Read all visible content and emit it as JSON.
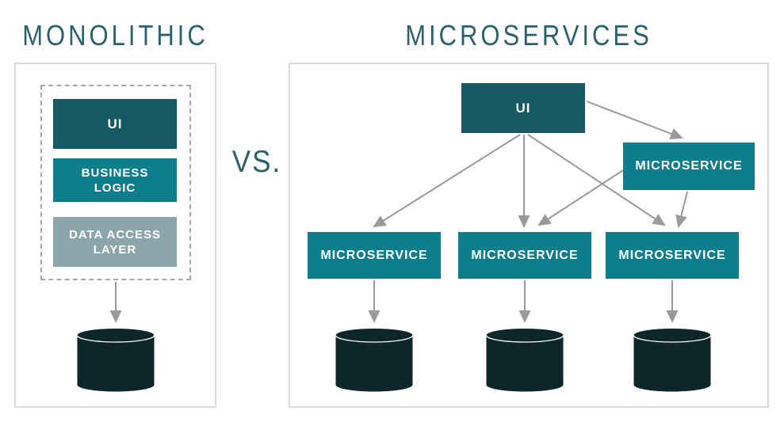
{
  "header": {
    "left_title": "MONOLITHIC",
    "versus": "VS.",
    "right_title": "MICROSERVICES"
  },
  "palette": {
    "teal_dark": "#155A63",
    "teal": "#0D7E8A",
    "steel": "#8CA5AB",
    "database": "#0E2629",
    "arrow": "#9A9A9A",
    "title_text": "#2B616D",
    "panel_border": "#DADADA",
    "dashed_border": "#A7A7A7"
  },
  "monolithic": {
    "layers": [
      {
        "label": "UI"
      },
      {
        "label": "BUSINESS\nLOGIC"
      },
      {
        "label": "DATA ACCESS\nLAYER"
      }
    ]
  },
  "microservices": {
    "ui_label": "UI",
    "gateway_label": "MICROSERVICE",
    "services": [
      {
        "label": "MICROSERVICE"
      },
      {
        "label": "MICROSERVICE"
      },
      {
        "label": "MICROSERVICE"
      }
    ]
  },
  "connections": [
    {
      "from": "ui",
      "to": "gateway-microservice"
    },
    {
      "from": "ui",
      "to": "microservice-1"
    },
    {
      "from": "ui",
      "to": "microservice-2"
    },
    {
      "from": "ui",
      "to": "microservice-3"
    },
    {
      "from": "gateway-microservice",
      "to": "microservice-2"
    },
    {
      "from": "gateway-microservice",
      "to": "microservice-3"
    },
    {
      "from": "monolith",
      "to": "database-1"
    },
    {
      "from": "microservice-1",
      "to": "database-2"
    },
    {
      "from": "microservice-2",
      "to": "database-3"
    },
    {
      "from": "microservice-3",
      "to": "database-4"
    }
  ]
}
